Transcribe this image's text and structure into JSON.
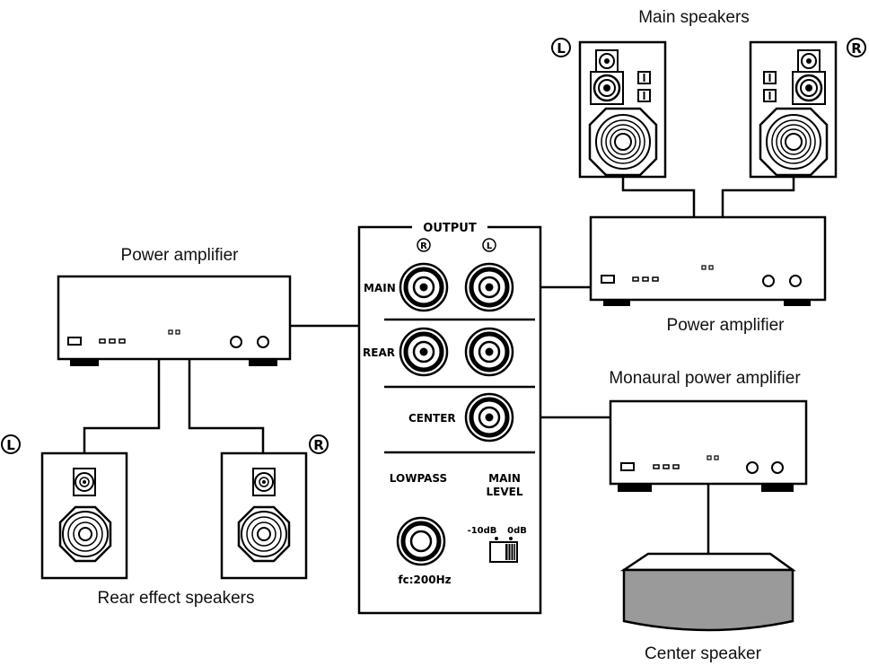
{
  "labels": {
    "main_speakers": "Main speakers",
    "power_amplifier_left": "Power amplifier",
    "power_amplifier_right": "Power amplifier",
    "monaural_power_amplifier": "Monaural power amplifier",
    "rear_effect_speakers": "Rear effect speakers",
    "center_speaker": "Center speaker"
  },
  "badges": {
    "left": "L",
    "right": "R"
  },
  "panel": {
    "title": "OUTPUT",
    "col_r": "R",
    "col_l": "L",
    "main": "MAIN",
    "rear": "REAR",
    "center": "CENTER",
    "lowpass": "LOWPASS",
    "main_level_1": "MAIN",
    "main_level_2": "LEVEL",
    "level_minus": "-10dB",
    "level_zero": "0dB",
    "fc": "fc:200Hz"
  }
}
